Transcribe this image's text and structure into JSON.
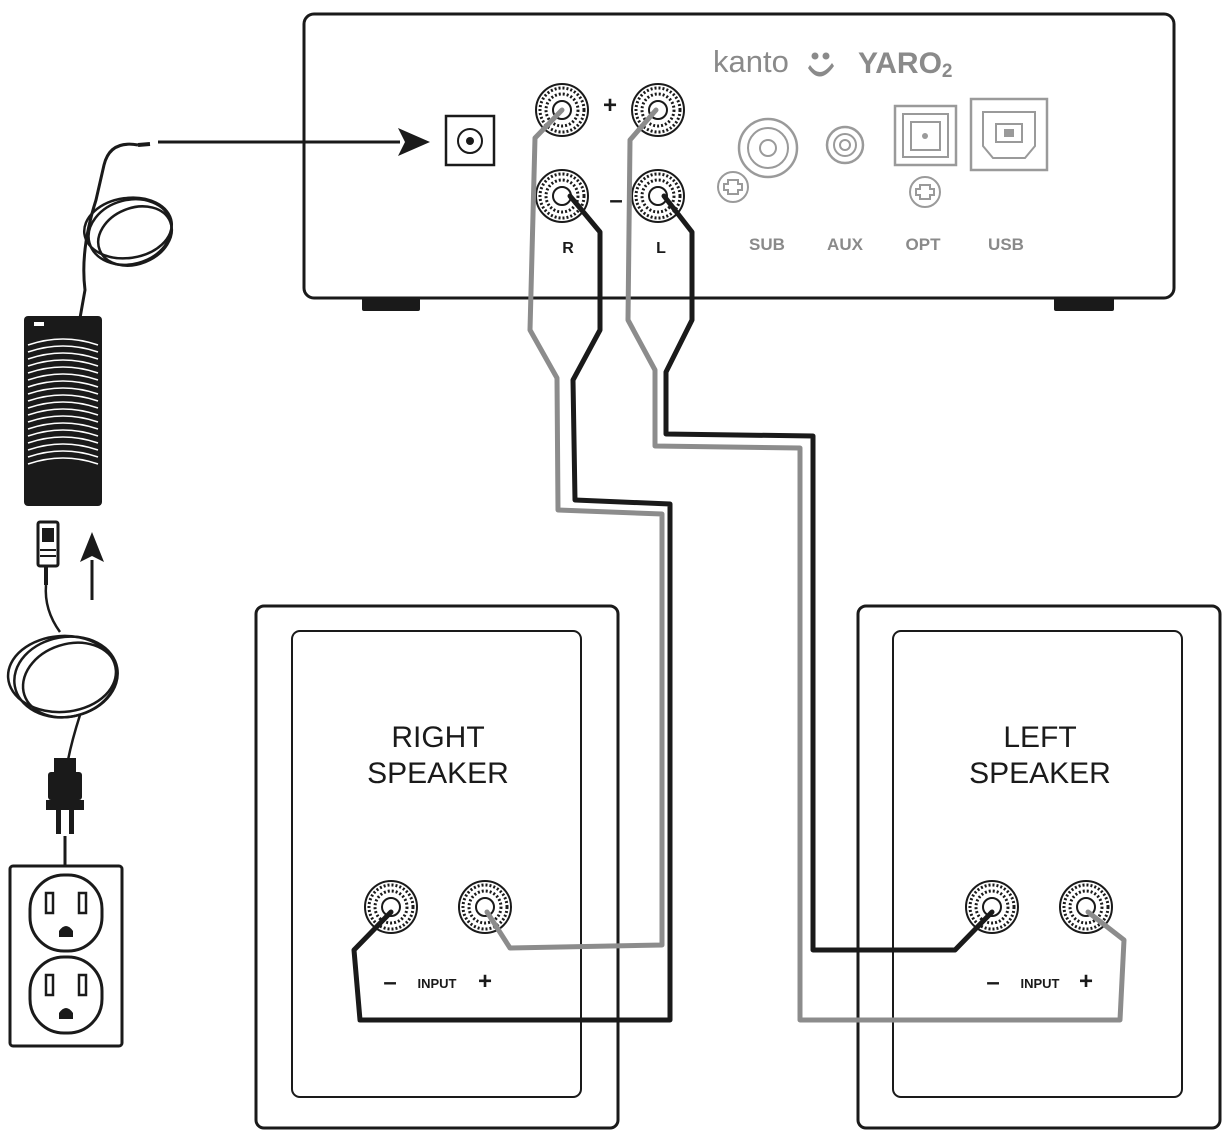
{
  "amplifier": {
    "brand": "kanto",
    "model": "YARO",
    "model_sub": "2",
    "terminal_plus": "+",
    "terminal_minus": "–",
    "channel_right": "R",
    "channel_left": "L",
    "ports": [
      "SUB",
      "AUX",
      "OPT",
      "USB"
    ]
  },
  "right_speaker": {
    "title_line1": "RIGHT",
    "title_line2": "SPEAKER",
    "minus": "–",
    "input": "INPUT",
    "plus": "+"
  },
  "left_speaker": {
    "title_line1": "LEFT",
    "title_line2": "SPEAKER",
    "minus": "–",
    "input": "INPUT",
    "plus": "+"
  },
  "colors": {
    "positive_wire": "#8c8c8c",
    "negative_wire": "#1a1a1a",
    "outline": "#1a1a1a",
    "port_gray": "#9a9a9a"
  }
}
